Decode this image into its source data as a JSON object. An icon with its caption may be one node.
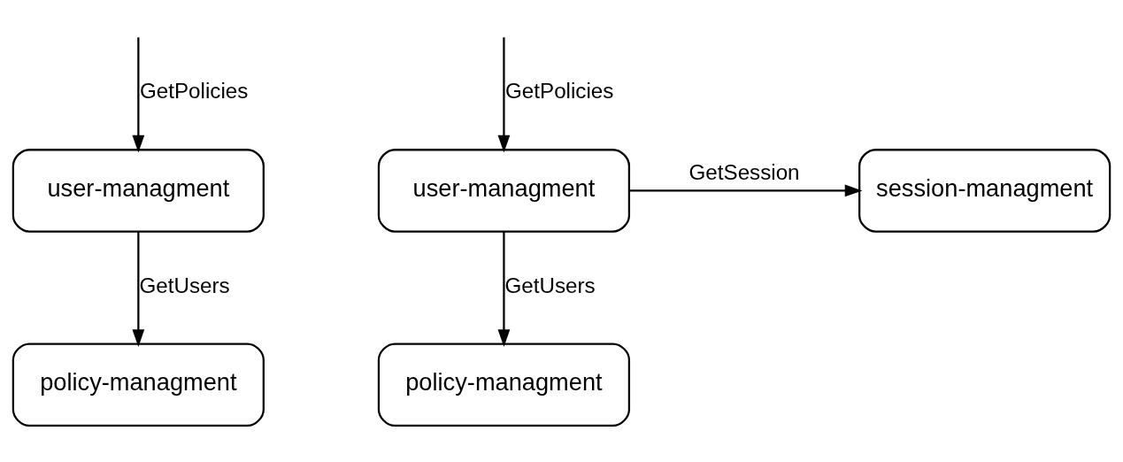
{
  "diagram": {
    "nodes": [
      {
        "text": [
          "user-managment"
        ]
      },
      {
        "text": [
          "policy-managment"
        ]
      },
      {
        "text": [
          "user-managment"
        ]
      },
      {
        "text": [
          "policy-managment"
        ]
      },
      {
        "text": [
          "session-managment"
        ]
      }
    ],
    "edges": [
      {
        "from": null,
        "to": 0,
        "arrow": "to",
        "label": "GetPolicies"
      },
      {
        "from": 0,
        "to": 1,
        "arrow": "to",
        "label": "GetUsers"
      },
      {
        "from": null,
        "to": 2,
        "arrow": "to",
        "label": "GetPolicies"
      },
      {
        "from": 2,
        "to": 3,
        "arrow": "to",
        "label": "GetUsers"
      },
      {
        "from": 2,
        "to": 4,
        "arrow": "to",
        "label": "GetSession"
      }
    ]
  }
}
